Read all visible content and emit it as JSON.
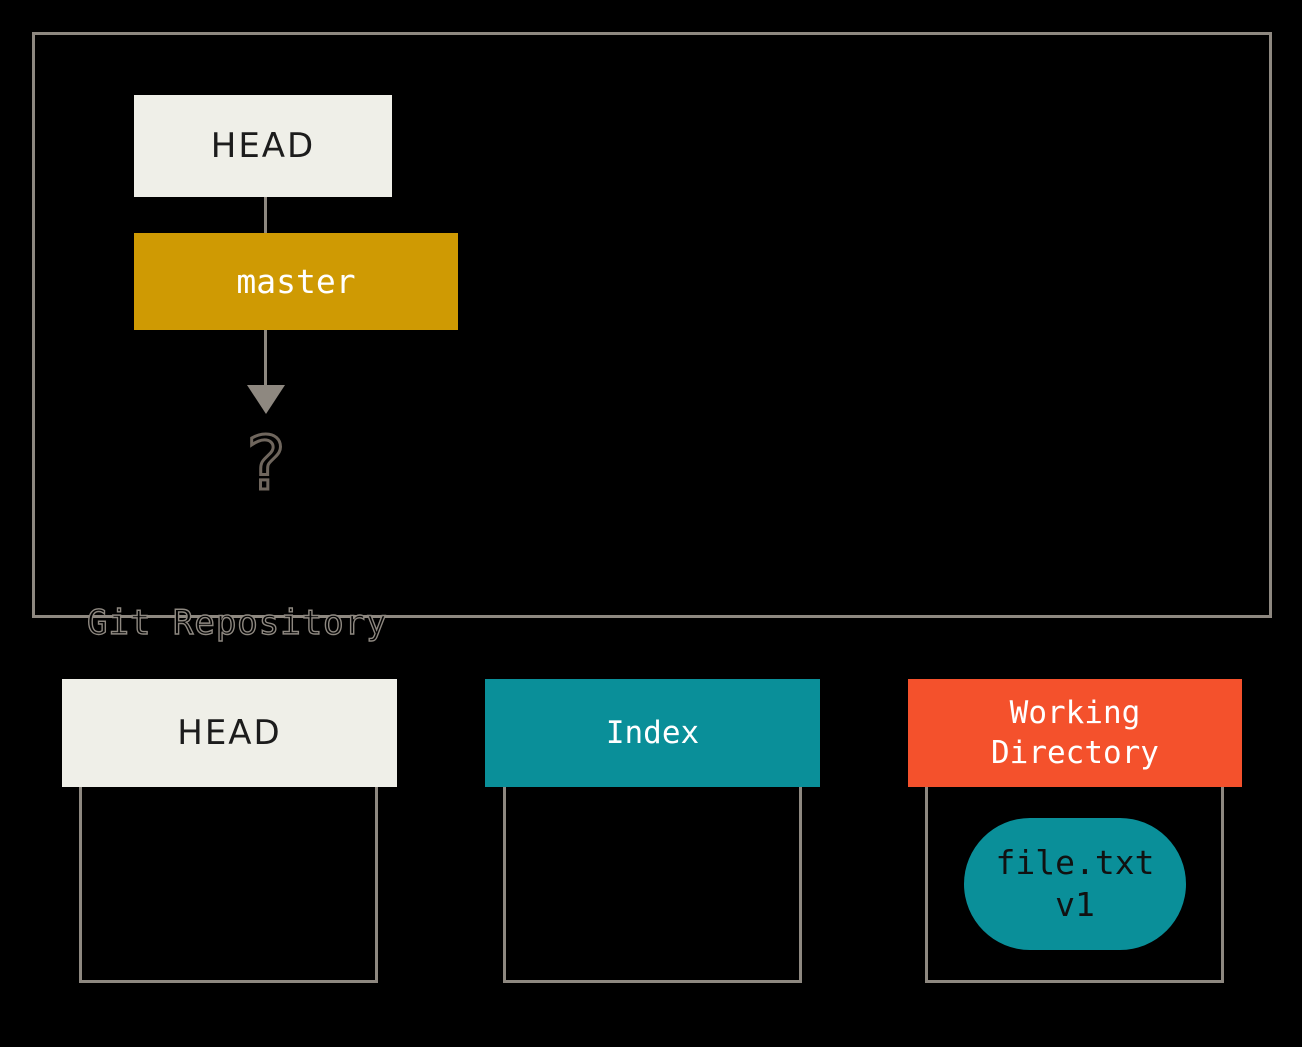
{
  "diagram": {
    "title": "Git Repository",
    "repository": {
      "label": "Git Repository",
      "nodes": {
        "head": {
          "label": "HEAD",
          "color": "#efefe8",
          "text_color": "#1c1c1c"
        },
        "branch": {
          "label": "master",
          "color": "#cf9a03",
          "text_color": "#ffffff"
        },
        "commit_placeholder": {
          "label": "?",
          "color": "#6f665d"
        }
      },
      "connectors": [
        {
          "from": "HEAD",
          "to": "master",
          "style": "line"
        },
        {
          "from": "master",
          "to": "?",
          "style": "arrow"
        }
      ]
    },
    "areas": [
      {
        "id": "head",
        "header": "HEAD",
        "header_color": "#efefe8",
        "header_text_color": "#1c1c1c",
        "items": []
      },
      {
        "id": "index",
        "header": "Index",
        "header_color": "#0a8f99",
        "header_text_color": "#ffffff",
        "items": []
      },
      {
        "id": "working-directory",
        "header": "Working\nDirectory",
        "header_color": "#f4512c",
        "header_text_color": "#ffffff",
        "items": [
          {
            "name": "file.txt",
            "version": "v1",
            "color": "#0a8f99",
            "text_color": "#111111"
          }
        ]
      }
    ],
    "colors": {
      "background": "#000000",
      "border": "#8e8880",
      "cream": "#efefe8",
      "gold": "#cf9a03",
      "teal": "#0a8f99",
      "orange": "#f4512c",
      "gray": "#8e8880"
    }
  }
}
